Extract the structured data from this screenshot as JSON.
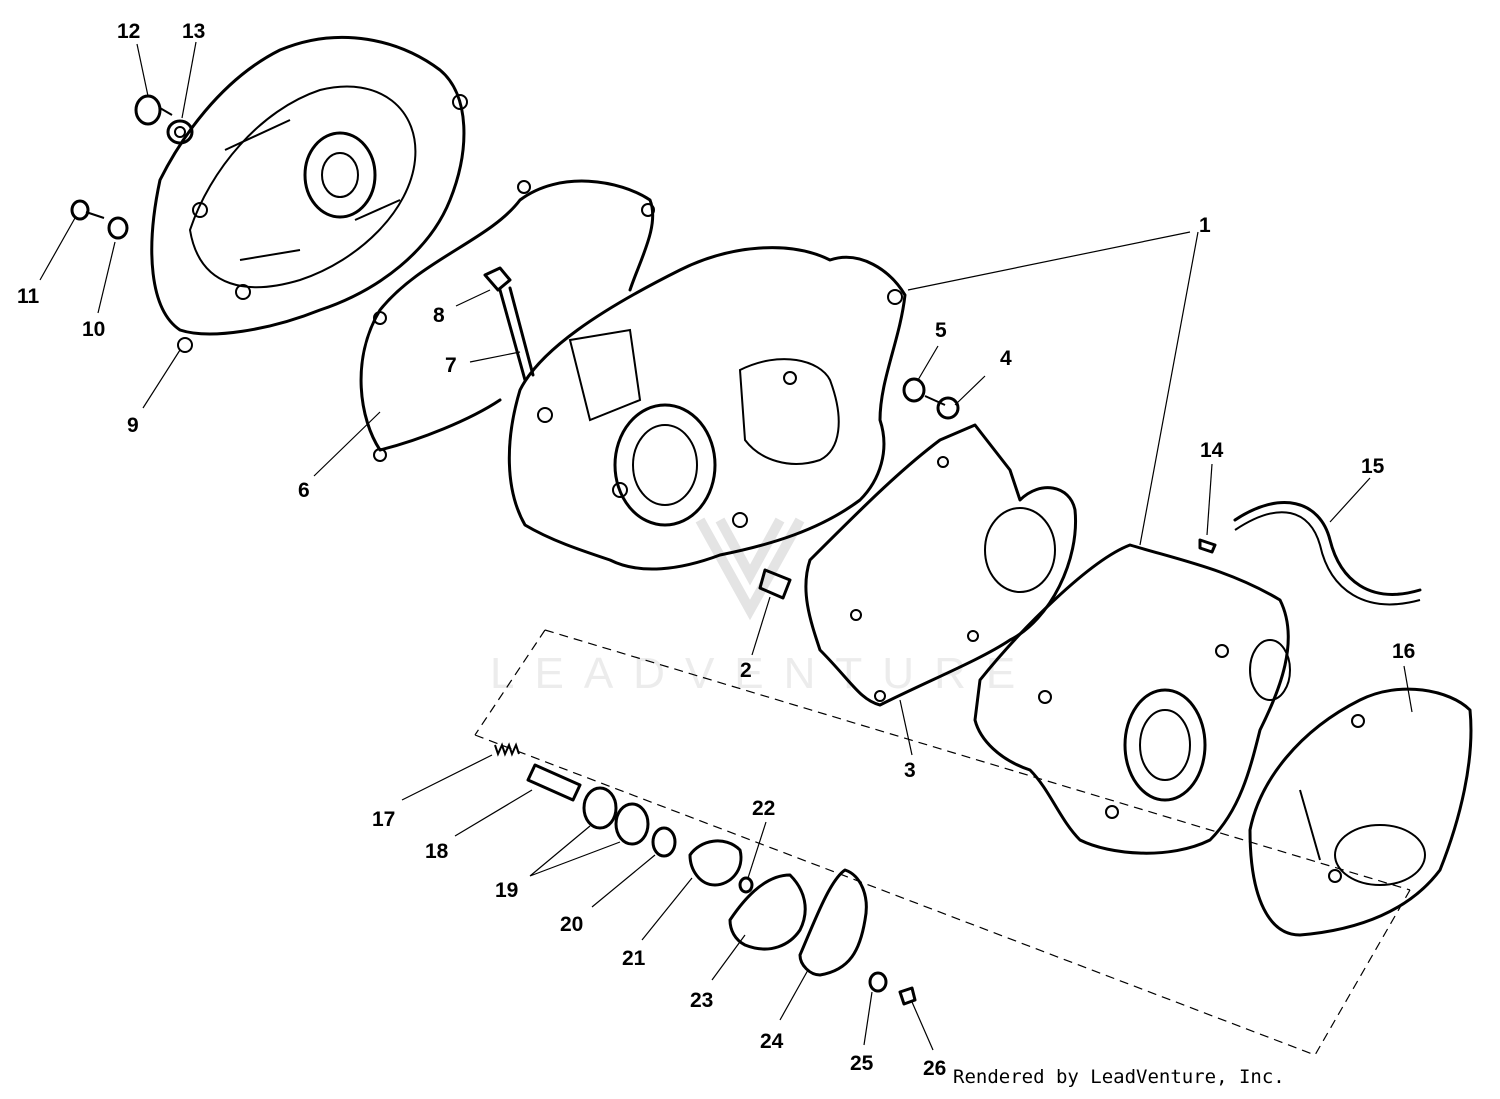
{
  "watermark": "LEADVENTURE",
  "credit": "Rendered by LeadVenture, Inc.",
  "callouts": [
    "1",
    "2",
    "3",
    "4",
    "5",
    "6",
    "7",
    "8",
    "9",
    "10",
    "11",
    "12",
    "13",
    "14",
    "15",
    "16",
    "17",
    "18",
    "19",
    "20",
    "21",
    "22",
    "23",
    "24",
    "25",
    "26"
  ]
}
